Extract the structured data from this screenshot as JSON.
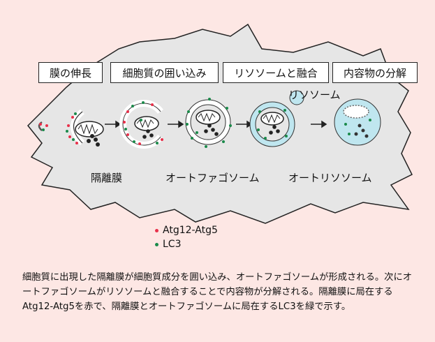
{
  "colors": {
    "panel_bg": "#fde7e4",
    "cell_fill": "#e6e6e6",
    "lysosome": "#bfe6ef",
    "atg_dot": "#e8304a",
    "lc3_dot": "#1a8a4a"
  },
  "process_labels": [
    "膜の伸長",
    "細胞質の囲い込み",
    "リソソームと融合",
    "内容物の分解"
  ],
  "lysosome_label": "リソソーム",
  "stage_labels": [
    "隔離膜",
    "オートファゴソーム",
    "オートリソソーム"
  ],
  "legend": {
    "atg": "Atg12-Atg5",
    "lc3": "LC3"
  },
  "caption": "細胞質に出現した隔離膜が細胞質成分を囲い込み、オートファゴソームが形成される。次にオートファゴソームがリソソームと融合することで内容物が分解される。隔離膜に局在するAtg12-Atg5を赤で、隔離膜とオートファゴソームに局在するLC3を緑で示す。"
}
